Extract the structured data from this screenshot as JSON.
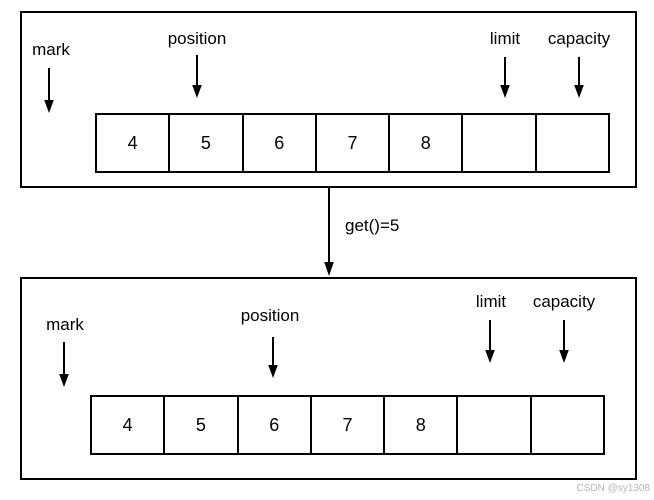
{
  "colors": {
    "line": "#000000",
    "background": "#ffffff",
    "watermark_text": "#b7b3bb"
  },
  "transition": {
    "label": "get()=5"
  },
  "watermark": "CSDN @sy1308",
  "before": {
    "pointers": {
      "mark": "mark",
      "position": "position",
      "limit": "limit",
      "capacity": "capacity"
    },
    "cells": [
      "4",
      "5",
      "6",
      "7",
      "8",
      "",
      ""
    ]
  },
  "after": {
    "pointers": {
      "mark": "mark",
      "position": "position",
      "limit": "limit",
      "capacity": "capacity"
    },
    "cells": [
      "4",
      "5",
      "6",
      "7",
      "8",
      "",
      ""
    ]
  }
}
